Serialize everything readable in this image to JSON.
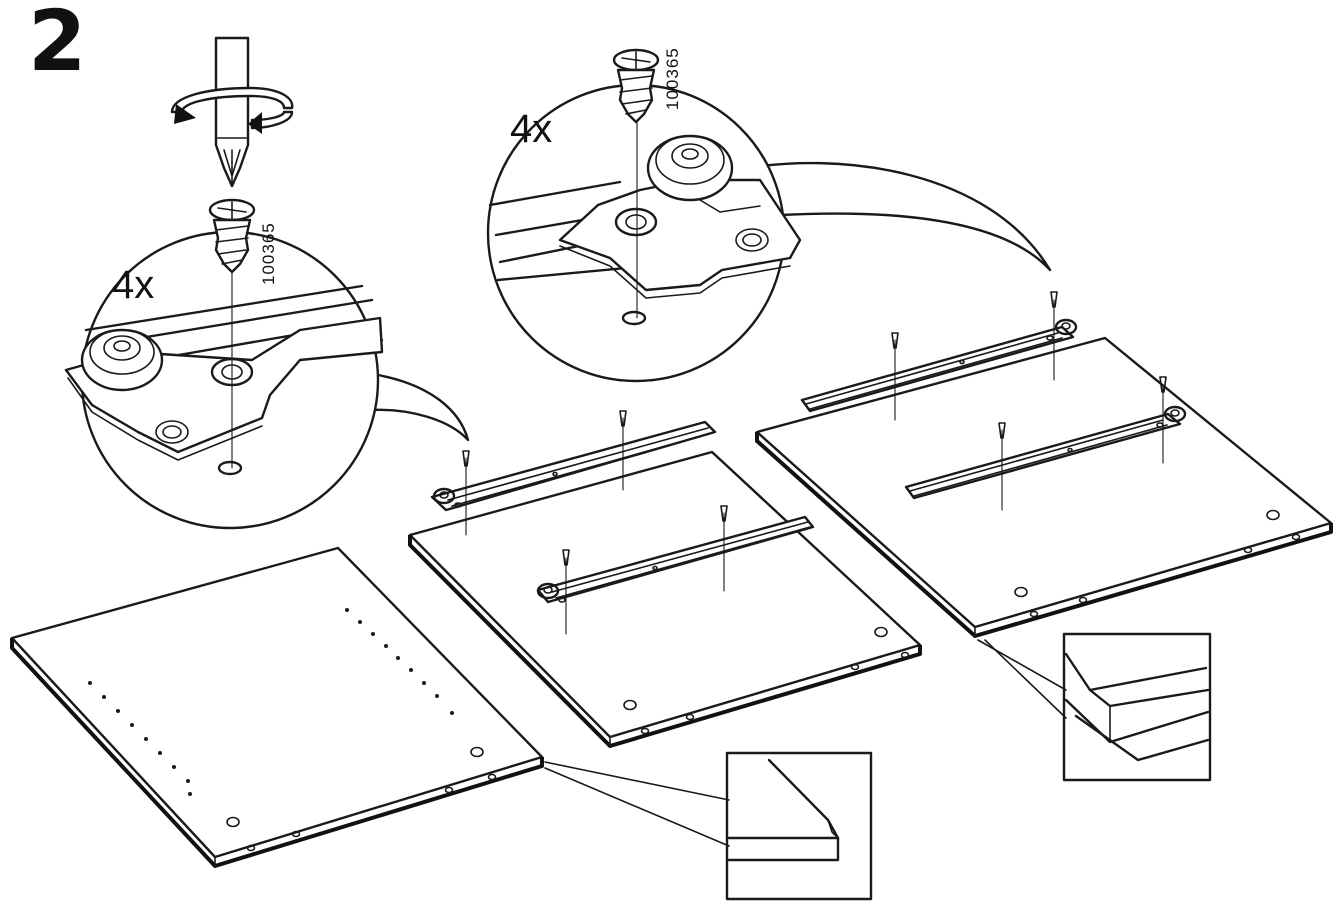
{
  "step": {
    "number": "2"
  },
  "callouts": [
    {
      "id": "left",
      "quantity": "4x",
      "part_number": "100365"
    },
    {
      "id": "right",
      "quantity": "4x",
      "part_number": "100365"
    }
  ]
}
